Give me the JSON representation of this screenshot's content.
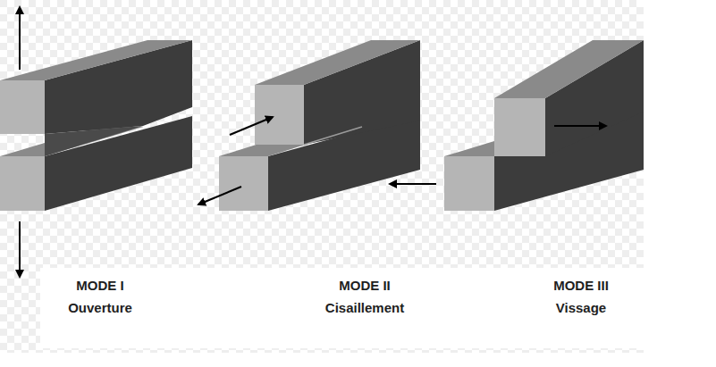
{
  "diagram": {
    "labels": [
      "MODE I",
      "Ouverture",
      "MODE II",
      "Cisaillement",
      "MODE III",
      "Vissage"
    ]
  }
}
